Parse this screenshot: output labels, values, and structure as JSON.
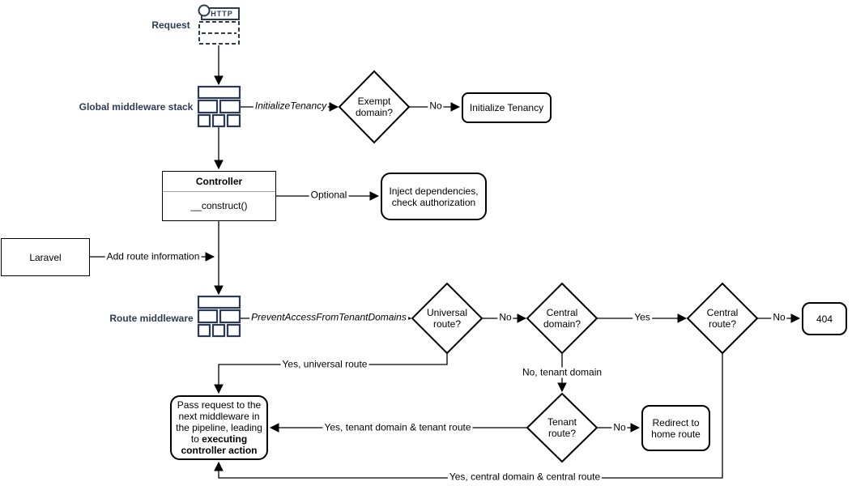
{
  "diagram": {
    "title": "Laravel tenancy request lifecycle flowchart",
    "colors": {
      "accent_navy": "#2d3b52",
      "shape_stroke": "#000000",
      "background": "#ffffff"
    },
    "icons": {
      "request": "http-request-icon",
      "global_middleware": "middleware-stack-icon",
      "route_middleware": "middleware-stack-icon"
    },
    "nodes": {
      "request_label": "Request",
      "http_label": "HTTP",
      "global_middleware_label": "Global middleware stack",
      "exempt_domain": "Exempt domain?",
      "initialize_tenancy": "Initialize Tenancy",
      "controller_title": "Controller",
      "controller_method": "__construct()",
      "inject_dependencies": "Inject dependencies, check authorization",
      "laravel": "Laravel",
      "route_middleware_label": "Route middleware",
      "universal_route": "Universal route?",
      "central_domain": "Central domain?",
      "central_route": "Central route?",
      "not_found": "404",
      "pass_request_normal": "Pass request to the next middleware in the pipeline, leading to ",
      "pass_request_bold": "executing controller action",
      "tenant_route": "Tenant route?",
      "redirect_home": "Redirect to home route"
    },
    "edge_labels": {
      "initialize_tenancy_middleware": "InitializeTenancy",
      "exempt_no": "No",
      "optional": "Optional",
      "add_route_information": "Add route information",
      "prevent_access": "PreventAccessFromTenantDomains",
      "universal_no": "No",
      "central_domain_yes": "Yes",
      "central_route_no": "No",
      "yes_universal_route": "Yes, universal route",
      "no_tenant_domain": "No, tenant domain",
      "tenant_route_no": "No",
      "yes_tenant_domain_route": "Yes, tenant domain & tenant route",
      "yes_central_domain_route": "Yes, central domain & central route"
    }
  }
}
